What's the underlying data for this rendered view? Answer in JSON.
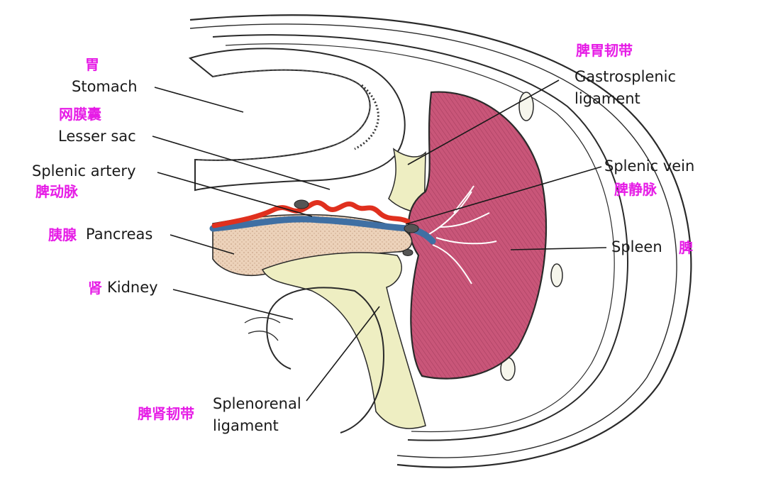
{
  "colors": {
    "chinese_label": "#e61ce6",
    "spleen_fill": "#c95679",
    "artery": "#e0301e",
    "vein": "#3f6fa3",
    "fat": "#eeeec2",
    "pancreas": "#ecd2ba",
    "outline": "#2a2a2a"
  },
  "labels": {
    "stomach_zh": "胃",
    "stomach_en": "Stomach",
    "lesser_sac_zh": "网膜囊",
    "lesser_sac_en": "Lesser sac",
    "splenic_artery_en": "Splenic artery",
    "splenic_artery_zh": "脾动脉",
    "pancreas_zh": "胰腺",
    "pancreas_en": "Pancreas",
    "kidney_zh": "肾",
    "kidney_en": "Kidney",
    "gastrosplenic_zh": "脾胃韧带",
    "gastrosplenic_en_1": "Gastrosplenic",
    "gastrosplenic_en_2": "ligament",
    "splenic_vein_en": "Splenic vein",
    "splenic_vein_zh": "脾静脉",
    "spleen_en": "Spleen",
    "spleen_zh": "脾",
    "splenorenal_zh": "脾肾韧带",
    "splenorenal_en_1": "Splenorenal",
    "splenorenal_en_2": "ligament"
  }
}
